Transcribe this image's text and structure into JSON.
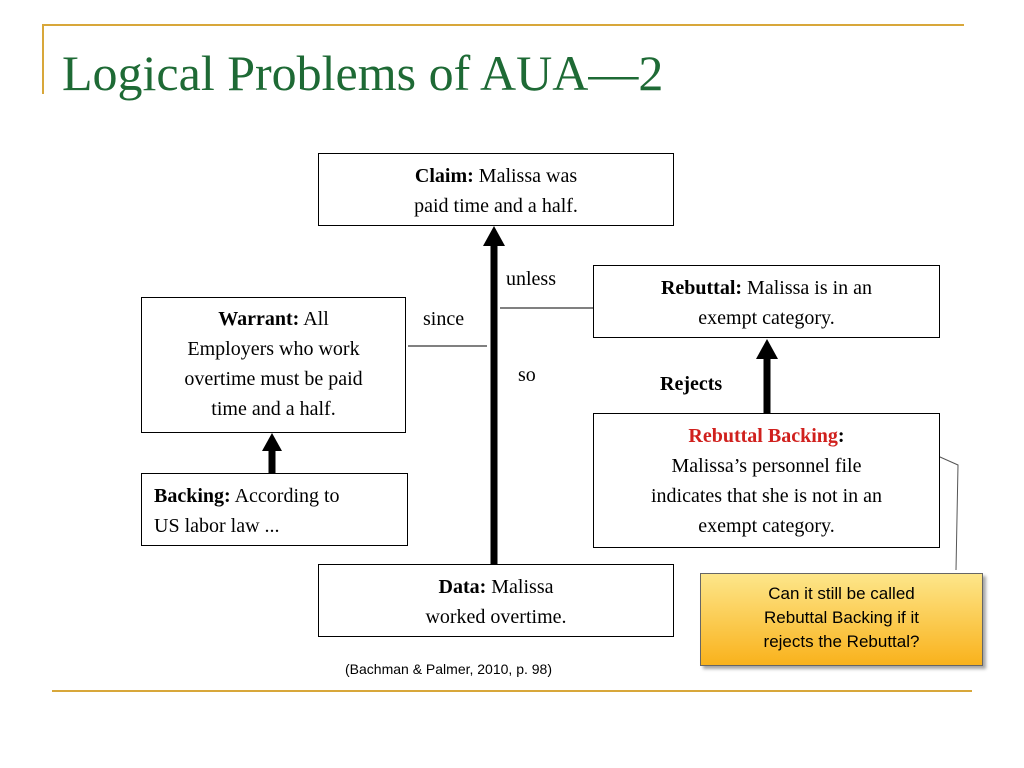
{
  "title": "Logical Problems of AUA—2",
  "claim": {
    "label": "Claim:",
    "line1": " Malissa was",
    "line2": "paid time and a half."
  },
  "warrant": {
    "label": "Warrant:",
    "line1": " All",
    "line2": "Employers who work",
    "line3": "overtime must be paid",
    "line4": "time and a half."
  },
  "backing": {
    "label": "Backing:",
    "line1": " According to",
    "line2": "US labor law ..."
  },
  "rebuttal": {
    "label": "Rebuttal:",
    "line1": " Malissa is in an",
    "line2": "exempt category."
  },
  "rebuttal_backing": {
    "label": "Rebuttal Backing",
    "colon": ":",
    "line2": "Malissa’s personnel file",
    "line3": "indicates that she is not in an",
    "line4": "exempt category."
  },
  "data_box": {
    "label": "Data:",
    "line1": " Malissa",
    "line2": "worked overtime."
  },
  "connectors": {
    "since": "since",
    "unless": "unless",
    "so": "so",
    "rejects": "Rejects"
  },
  "callout": {
    "line1": "Can it still be called",
    "line2": "Rebuttal Backing if it",
    "line3": "rejects the Rebuttal?"
  },
  "citation": "(Bachman & Palmer, 2010, p. 98)",
  "colors": {
    "title": "#1e6a35",
    "frame": "#d8a73a",
    "rebuttal_backing_label": "#d0201d",
    "callout_top": "#fde68a",
    "callout_bottom": "#f9b21c"
  }
}
